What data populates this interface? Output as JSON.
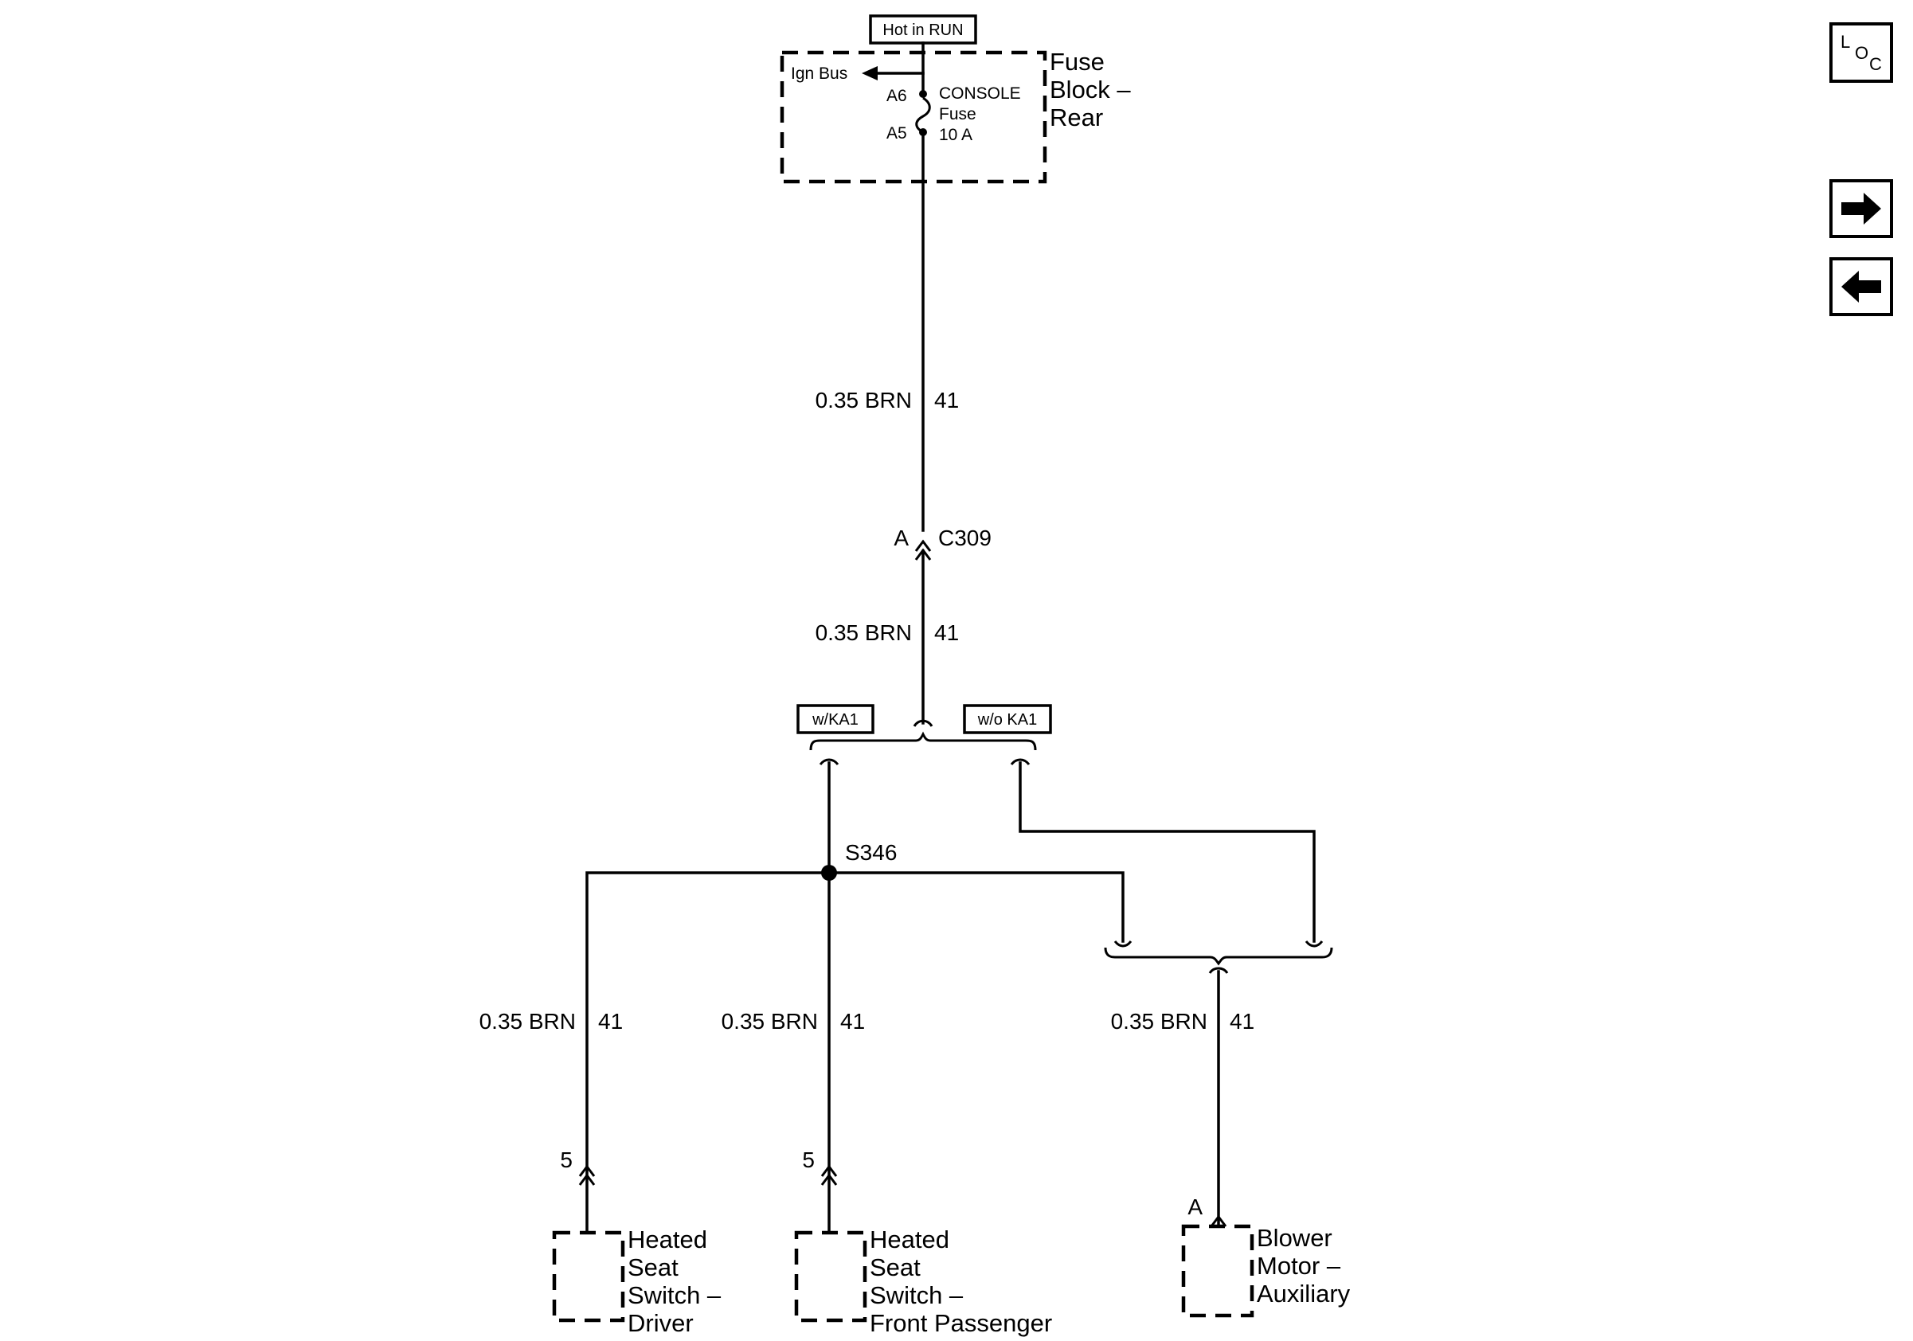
{
  "fuse_block": {
    "option_label": "Hot in RUN",
    "ign_bus": "Ign Bus",
    "pin_top": "A6",
    "pin_bottom": "A5",
    "fuse_name": "CONSOLE",
    "fuse_word": "Fuse",
    "fuse_rating": "10 A",
    "name_lines": [
      "Fuse",
      "Block –",
      "Rear"
    ]
  },
  "wires": {
    "top": {
      "gauge": "0.35 BRN",
      "circuit": "41"
    },
    "below_c309": {
      "gauge": "0.35 BRN",
      "circuit": "41"
    },
    "driver": {
      "gauge": "0.35 BRN",
      "circuit": "41"
    },
    "passenger": {
      "gauge": "0.35 BRN",
      "circuit": "41"
    },
    "blower": {
      "gauge": "0.35 BRN",
      "circuit": "41"
    }
  },
  "connector_c309": {
    "pin": "A",
    "name": "C309"
  },
  "options": {
    "with": "w/KA1",
    "without": "w/o KA1"
  },
  "splice": {
    "name": "S346"
  },
  "components": {
    "driver": {
      "pin": "5",
      "lines": [
        "Heated",
        "Seat",
        "Switch –",
        "Driver"
      ]
    },
    "passenger": {
      "pin": "5",
      "lines": [
        "Heated",
        "Seat",
        "Switch –",
        "Front Passenger"
      ]
    },
    "blower": {
      "pin": "A",
      "lines": [
        "Blower",
        "Motor –",
        "Auxiliary"
      ]
    }
  },
  "nav": {
    "loc_letters": [
      "L",
      "O",
      "C"
    ],
    "forward_icon": "arrow-right-icon",
    "back_icon": "arrow-left-icon"
  }
}
